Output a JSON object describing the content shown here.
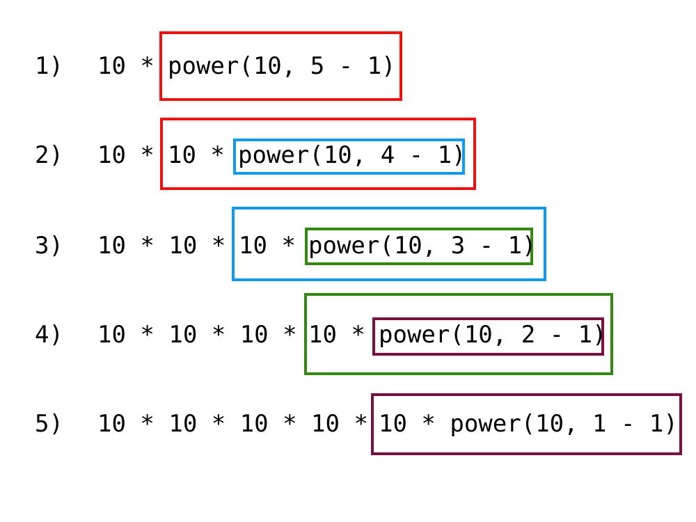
{
  "colors": {
    "red": "#ee1111",
    "blue": "#1199ee",
    "green": "#338811",
    "maroon": "#771144"
  },
  "rows": [
    {
      "label": "1)",
      "prefix": "10 * ",
      "in_box": "power(10, 5 - 1)"
    },
    {
      "label": "2)",
      "prefix": "10 * ",
      "outer": "10 * ",
      "inner": "power(10, 4 - 1)"
    },
    {
      "label": "3)",
      "prefix": "10 * 10 * ",
      "outer": "10 * ",
      "inner": "power(10, 3 - 1)"
    },
    {
      "label": "4)",
      "prefix": "10 * 10 * 10 * ",
      "outer": "10 * ",
      "inner": "power(10, 2 - 1)"
    },
    {
      "label": "5)",
      "prefix": "10 * 10 * 10 * 10 * ",
      "in_box": "10 * power(10, 1 - 1)"
    }
  ]
}
